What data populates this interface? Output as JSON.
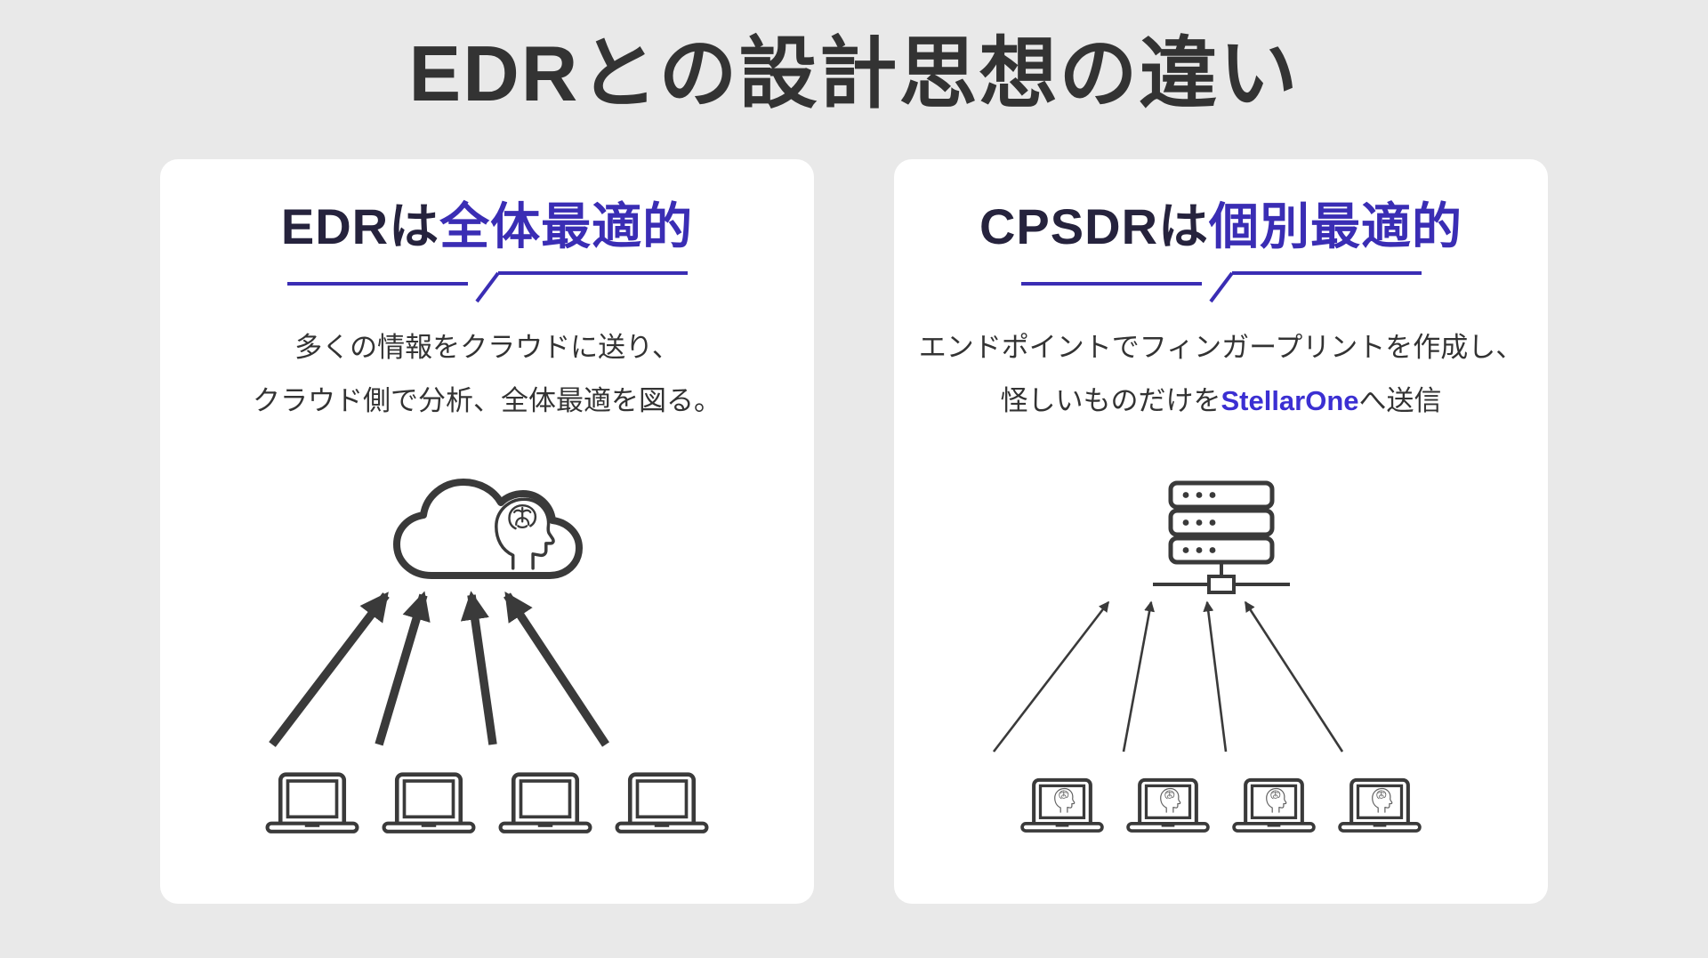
{
  "title": "EDRとの設計思想の違い",
  "colors": {
    "background": "#e9e9e9",
    "card": "#ffffff",
    "title_text": "#333333",
    "heading_dark": "#26233d",
    "accent": "#3a2db4",
    "brand_blue": "#3b2fd2",
    "body_text": "#333333",
    "icon_dark": "#3a3a3a",
    "icon_gray": "#606060"
  },
  "cards": {
    "left": {
      "heading_dark": "EDRは",
      "heading_accent": "全体最適的",
      "description_line1": "多くの情報をクラウドに送り、",
      "description_line2": "クラウド側で分析、全体最適を図る。",
      "hub_icon": "cloud-brain-icon",
      "laptop_count": 4
    },
    "right": {
      "heading_dark": "CPSDRは",
      "heading_accent": "個別最適的",
      "description_line1": "エンドポイントでフィンガープリントを作成し、",
      "description_line2_prefix": "怪しいものだけを",
      "description_line2_brand": "StellarOne",
      "description_line2_suffix": "へ送信",
      "hub_icon": "server-icon",
      "laptop_count": 4
    }
  }
}
